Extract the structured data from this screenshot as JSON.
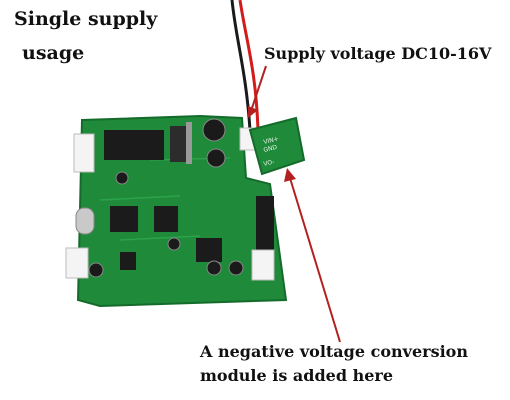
{
  "labels": {
    "title_line1": "Single supply",
    "title_line2": "usage",
    "supply_voltage": "Supply voltage DC10-16V",
    "module_line1": "A negative voltage conversion",
    "module_line2": "module is added here"
  },
  "board_markings": {
    "vin": "VIN+",
    "gnd": "GND",
    "vo": "VO-"
  },
  "colors": {
    "pcb_green": "#1f8a3a",
    "pcb_dark": "#156b2b",
    "arrow_red": "#b32020",
    "wire_red": "#d21b1b",
    "wire_black": "#1a1a1a"
  }
}
